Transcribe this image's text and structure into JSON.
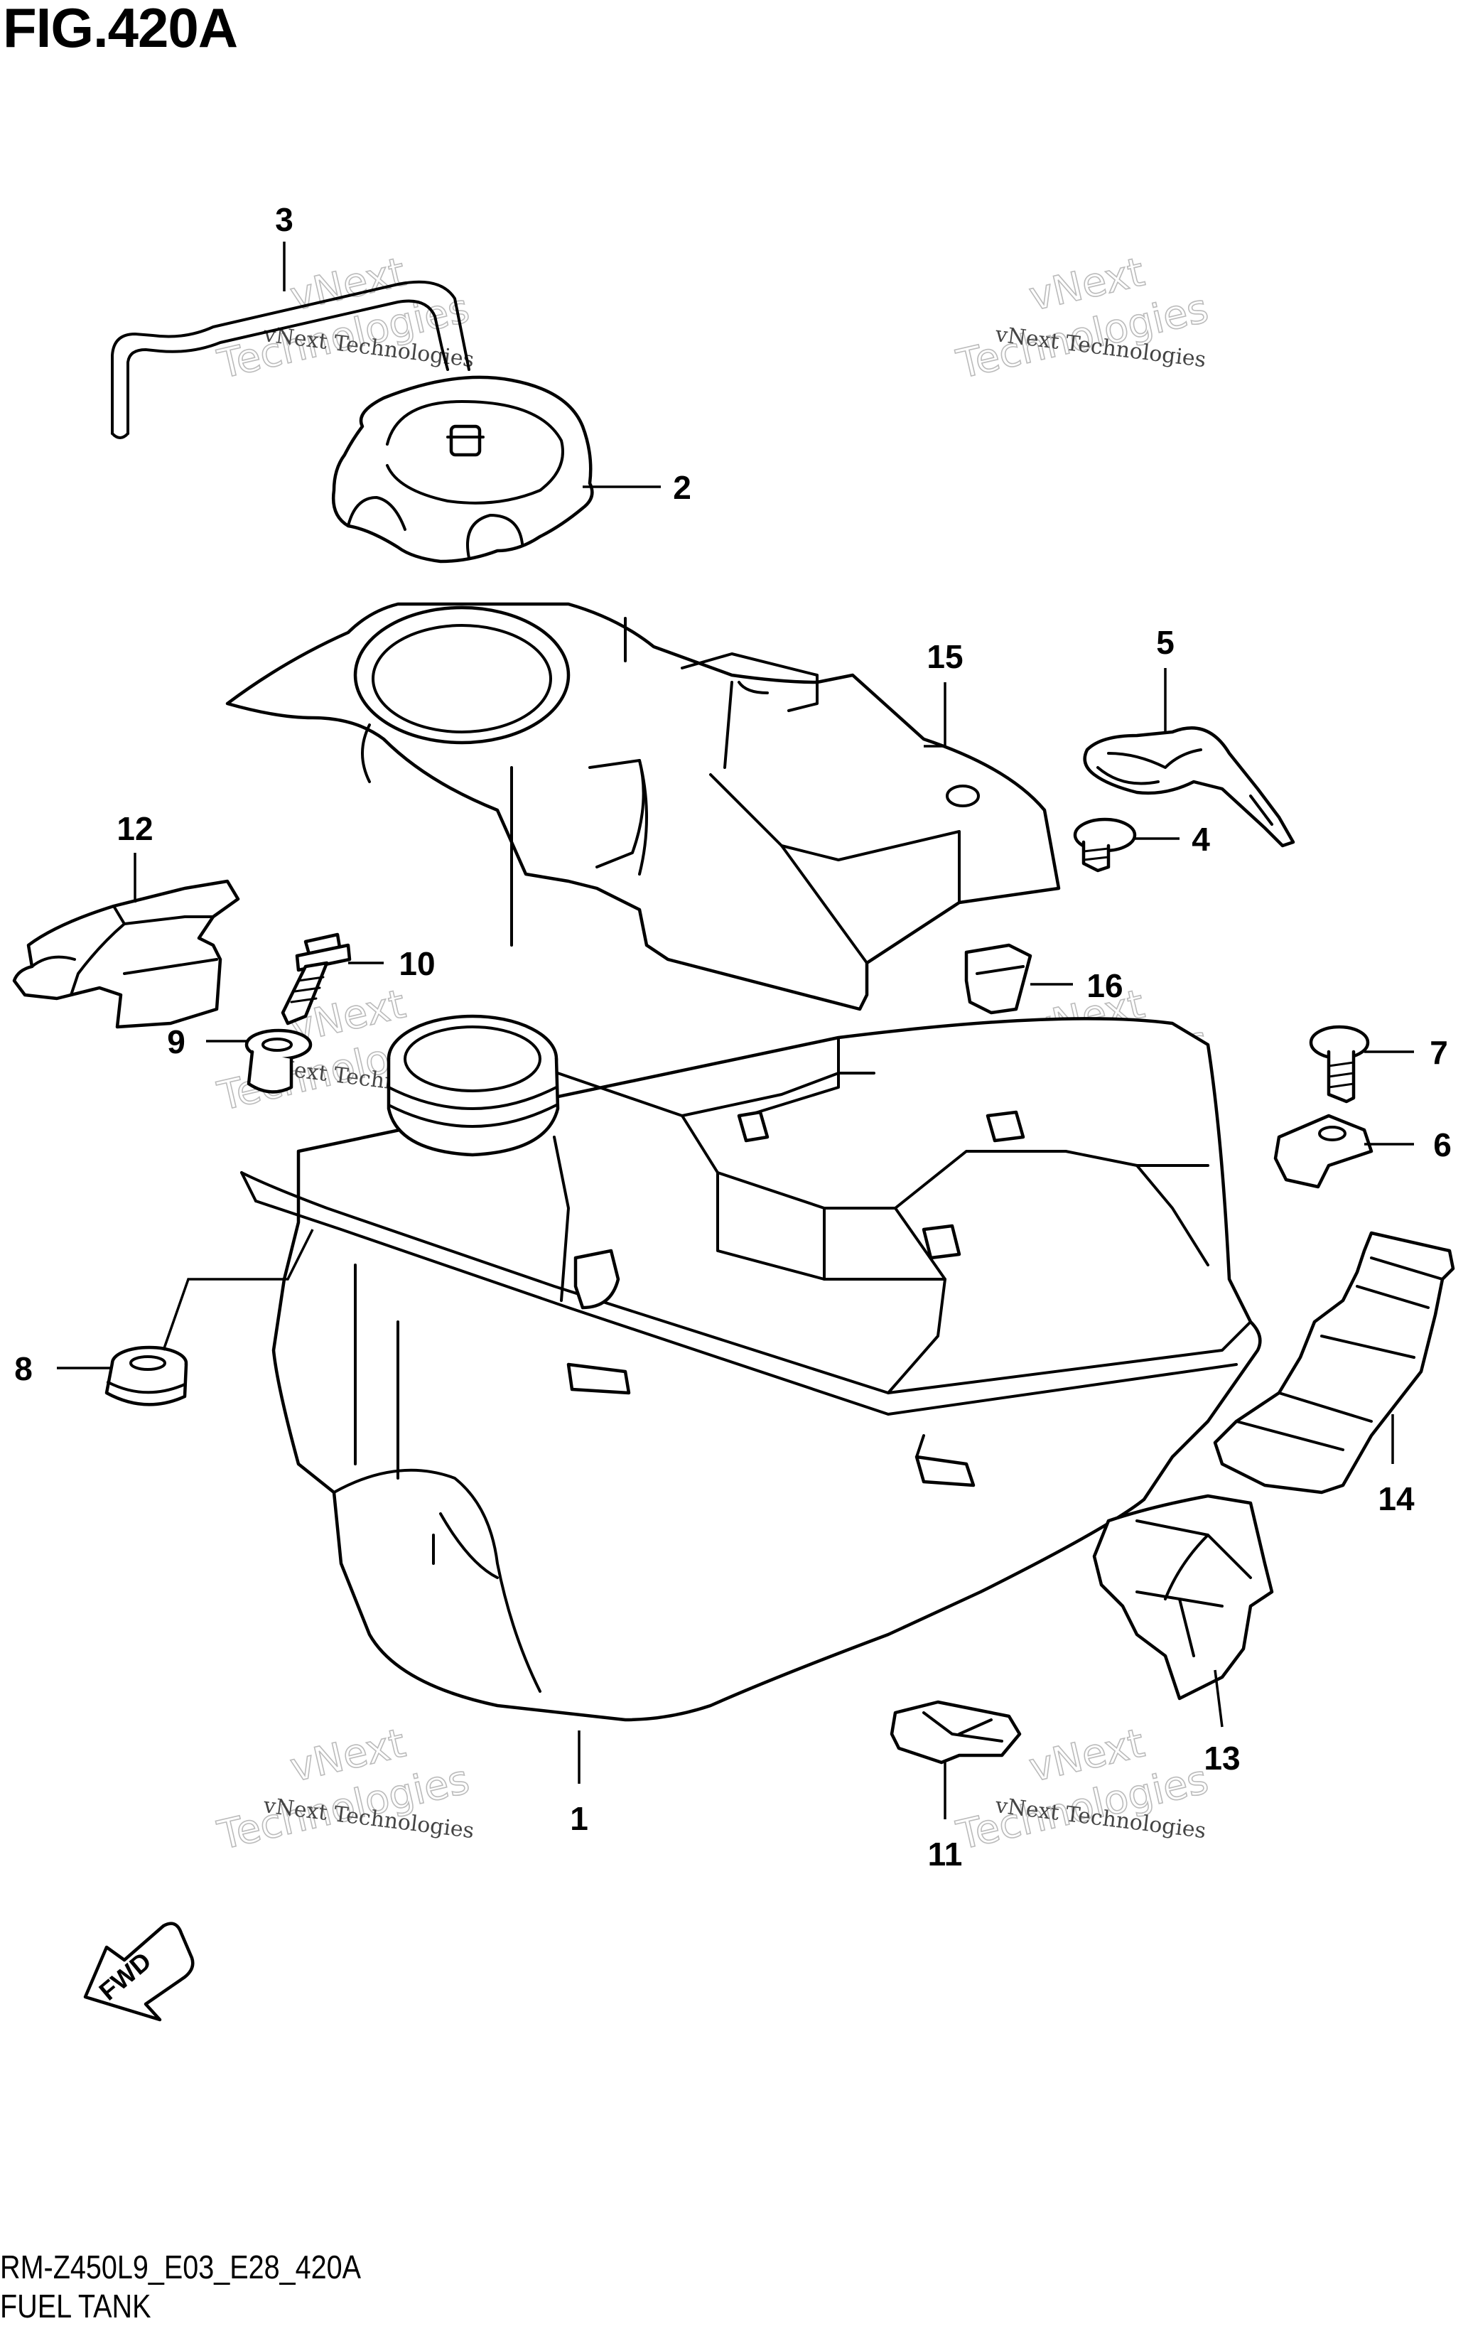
{
  "figure": {
    "title": "FIG.420A",
    "code": "RM-Z450L9_E03_E28_420A",
    "name": "FUEL TANK"
  },
  "callouts": [
    {
      "id": "1",
      "label": "1"
    },
    {
      "id": "2",
      "label": "2"
    },
    {
      "id": "3",
      "label": "3"
    },
    {
      "id": "4",
      "label": "4"
    },
    {
      "id": "5",
      "label": "5"
    },
    {
      "id": "6",
      "label": "6"
    },
    {
      "id": "7",
      "label": "7"
    },
    {
      "id": "8",
      "label": "8"
    },
    {
      "id": "9",
      "label": "9"
    },
    {
      "id": "10",
      "label": "10"
    },
    {
      "id": "11",
      "label": "11"
    },
    {
      "id": "12",
      "label": "12"
    },
    {
      "id": "13",
      "label": "13"
    },
    {
      "id": "14",
      "label": "14"
    },
    {
      "id": "15",
      "label": "15"
    },
    {
      "id": "16",
      "label": "16"
    }
  ],
  "watermark": {
    "line1": "vNext Technologies",
    "line2a": "vNext",
    "line2b": "Technologies"
  },
  "direction_arrow": {
    "label": "FWD"
  }
}
